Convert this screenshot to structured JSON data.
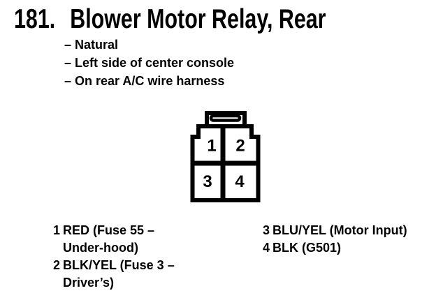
{
  "title": {
    "number": "181.",
    "label": "Blower Motor Relay, Rear"
  },
  "notes": [
    "– Natural",
    "– Left side of center console",
    "– On rear A/C wire harness"
  ],
  "connector": {
    "type": "4-cavity female connector, front view",
    "cavities": [
      "1",
      "2",
      "3",
      "4"
    ]
  },
  "legend": {
    "left": [
      {
        "num": "1",
        "line1": "RED (Fuse 55 –",
        "line2": "Under-hood)"
      },
      {
        "num": "2",
        "line1": "BLK/YEL (Fuse 3 –",
        "line2": "Driver’s)"
      }
    ],
    "right": [
      {
        "num": "3",
        "line1": "BLU/YEL (Motor Input)"
      },
      {
        "num": "4",
        "line1": "BLK (G501)"
      }
    ]
  },
  "colors": {
    "ink": "#000000",
    "paper": "#ffffff"
  }
}
